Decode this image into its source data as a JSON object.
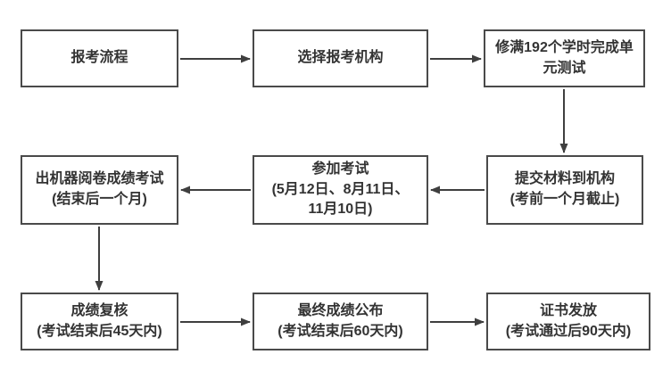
{
  "diagram": {
    "type": "flowchart",
    "title": "报考流程",
    "colors": {
      "node_border": "#4a4a4a",
      "node_fill": "#ffffff",
      "text": "#333333",
      "arrow": "#3f3f3f",
      "background": "#ffffff"
    },
    "nodes": [
      {
        "id": "start",
        "lines": [
          "报考流程"
        ]
      },
      {
        "id": "choose-agency",
        "lines": [
          "选择报考机构"
        ]
      },
      {
        "id": "complete-hours",
        "lines": [
          "修满192个学时完成单",
          "元测试"
        ]
      },
      {
        "id": "machine-scoring",
        "lines": [
          "出机器阅卷成绩考试",
          "(结束后一个月)"
        ]
      },
      {
        "id": "take-exam",
        "lines": [
          "参加考试",
          "(5月12日、8月11日、",
          "11月10日)"
        ]
      },
      {
        "id": "submit-materials",
        "lines": [
          "提交材料到机构",
          "(考前一个月截止)"
        ]
      },
      {
        "id": "score-review",
        "lines": [
          "成绩复核",
          "(考试结束后45天内)"
        ]
      },
      {
        "id": "final-results",
        "lines": [
          "最终成绩公布",
          "(考试结束后60天内)"
        ]
      },
      {
        "id": "certificate",
        "lines": [
          "证书发放",
          "(考试通过后90天内)"
        ]
      }
    ],
    "edges": [
      {
        "from": "start",
        "to": "choose-agency",
        "direction": "right"
      },
      {
        "from": "choose-agency",
        "to": "complete-hours",
        "direction": "right"
      },
      {
        "from": "complete-hours",
        "to": "submit-materials",
        "direction": "down"
      },
      {
        "from": "submit-materials",
        "to": "take-exam",
        "direction": "left"
      },
      {
        "from": "take-exam",
        "to": "machine-scoring",
        "direction": "left"
      },
      {
        "from": "machine-scoring",
        "to": "score-review",
        "direction": "down"
      },
      {
        "from": "score-review",
        "to": "final-results",
        "direction": "right"
      },
      {
        "from": "final-results",
        "to": "certificate",
        "direction": "right"
      }
    ]
  }
}
